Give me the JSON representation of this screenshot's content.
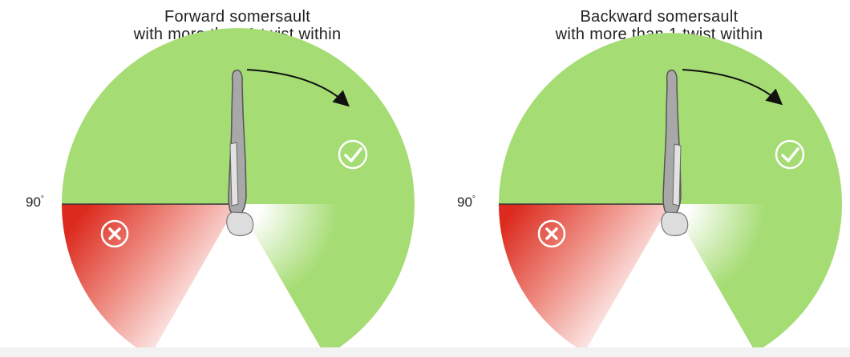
{
  "panels": [
    {
      "title_line1": "Forward somersault",
      "title_line2": "with more than 1 twist within",
      "angle_label": "90",
      "angle_unit": "°",
      "allowed_zone_color": "#a5dc73",
      "forbidden_zone_color": "#dc2b1e",
      "allowed_icon": "check-icon",
      "forbidden_icon": "cross-icon",
      "rotation_icon": "curved-arrow-icon"
    },
    {
      "title_line1": "Backward somersault",
      "title_line2": "with more than 1 twist within",
      "angle_label": "90",
      "angle_unit": "°",
      "allowed_zone_color": "#a5dc73",
      "forbidden_zone_color": "#dc2b1e",
      "allowed_icon": "check-icon",
      "forbidden_icon": "cross-icon",
      "rotation_icon": "curved-arrow-icon"
    }
  ]
}
